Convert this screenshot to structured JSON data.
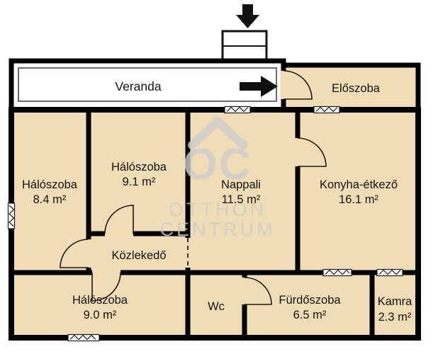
{
  "palette": {
    "background": "#ffffff",
    "wall": "#000000",
    "room_fill": "#f0ddb6",
    "watermark": "#cdcdcd"
  },
  "watermark": {
    "initials": "OC",
    "line1": "OTTHON",
    "line2": "CENTRUM"
  },
  "rooms": {
    "veranda": {
      "name": "Veranda"
    },
    "eloszoba": {
      "name": "Előszoba"
    },
    "halo84": {
      "name": "Hálószoba",
      "area": "8.4 m²"
    },
    "halo91": {
      "name": "Hálószoba",
      "area": "9.1 m²"
    },
    "nappali": {
      "name": "Nappali",
      "area": "11.5 m²"
    },
    "konyha": {
      "name": "Konyha-étkező",
      "area": "16.1 m²"
    },
    "kozlekedo": {
      "name": "Közlekedő"
    },
    "halo90": {
      "name": "Hálószoba",
      "area": "9.0 m²"
    },
    "wc": {
      "name": "Wc"
    },
    "furdoszoba": {
      "name": "Fürdőszoba",
      "area": "6.5 m²"
    },
    "kamra": {
      "name": "Kamra",
      "area": "2.3 m²"
    }
  }
}
